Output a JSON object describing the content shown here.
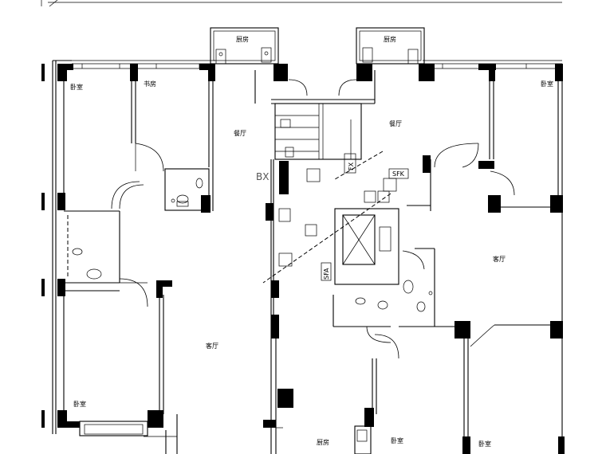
{
  "rooms": {
    "kitchen_top_left": "厨房",
    "kitchen_top_right": "厨房",
    "kitchen_bottom": "厨房",
    "bedroom_top_left": "卧室",
    "study_top": "书房",
    "dining_left": "餐厅",
    "dining_center": "餐厅",
    "bedroom_top_right": "卧室",
    "living_right": "客厅",
    "living_left": "客厅",
    "bedroom_bottom_left": "卧室",
    "bedroom_bottom_mid": "卧室",
    "bedroom_bottom_right": "卧室"
  },
  "tags": {
    "bx": "BX",
    "sfk": "SFK",
    "sfa": "SFA",
    "fx": "FX"
  }
}
